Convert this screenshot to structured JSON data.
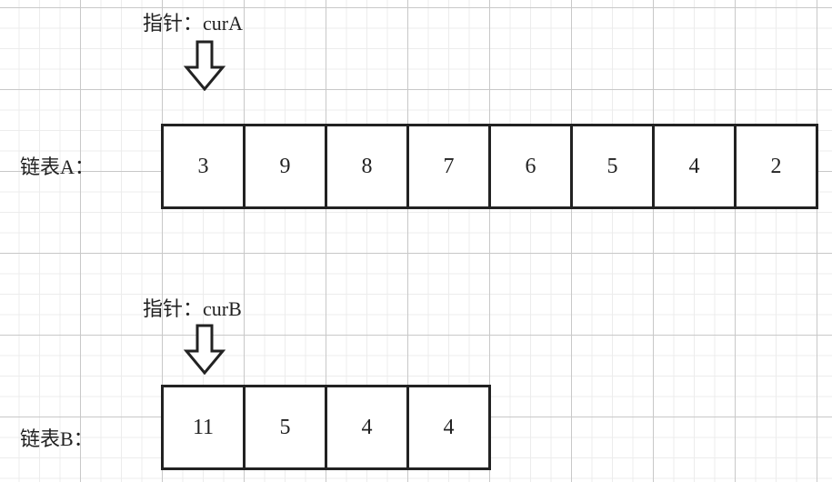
{
  "pointer_a": {
    "label": "指针：curA"
  },
  "list_a": {
    "label": "链表A：",
    "nodes": [
      "3",
      "9",
      "8",
      "7",
      "6",
      "5",
      "4",
      "2"
    ]
  },
  "pointer_b": {
    "label": "指针：curB"
  },
  "list_b": {
    "label": "链表B：",
    "nodes": [
      "11",
      "5",
      "4",
      "4"
    ]
  },
  "icons": {
    "pointer_arrow": "down-arrow-icon"
  }
}
